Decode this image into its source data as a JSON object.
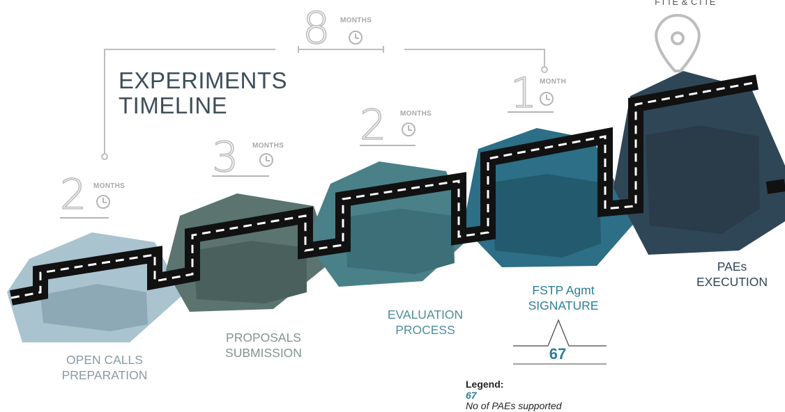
{
  "title": "EXPERIMENTS\nTIMELINE",
  "top_marker": {
    "label": "FTTE & CTTE",
    "icon": "location-pin-icon"
  },
  "overall_duration": {
    "value": "8",
    "unit": "MONTHS",
    "icon": "clock-icon"
  },
  "stages": [
    {
      "label": "OPEN CALLS\nPREPARATION",
      "duration": "2",
      "unit": "MONTHS",
      "color": "#a9c3cf"
    },
    {
      "label": "PROPOSALS\nSUBMISSION",
      "duration": "3",
      "unit": "MONTHS",
      "color": "#5b7470"
    },
    {
      "label": "EVALUATION\nPROCESS",
      "duration": "2",
      "unit": "MONTHS",
      "color": "#4a8189"
    },
    {
      "label": "FSTP Agmt\nSIGNATURE",
      "duration": "1",
      "unit": "MONTH",
      "color": "#2c6f86"
    },
    {
      "label": "PAEs\nEXECUTION",
      "color": "#2f4656"
    }
  ],
  "signature_count": "67",
  "legend": {
    "title": "Legend:",
    "value": "67",
    "text": "No of PAEs supported"
  }
}
